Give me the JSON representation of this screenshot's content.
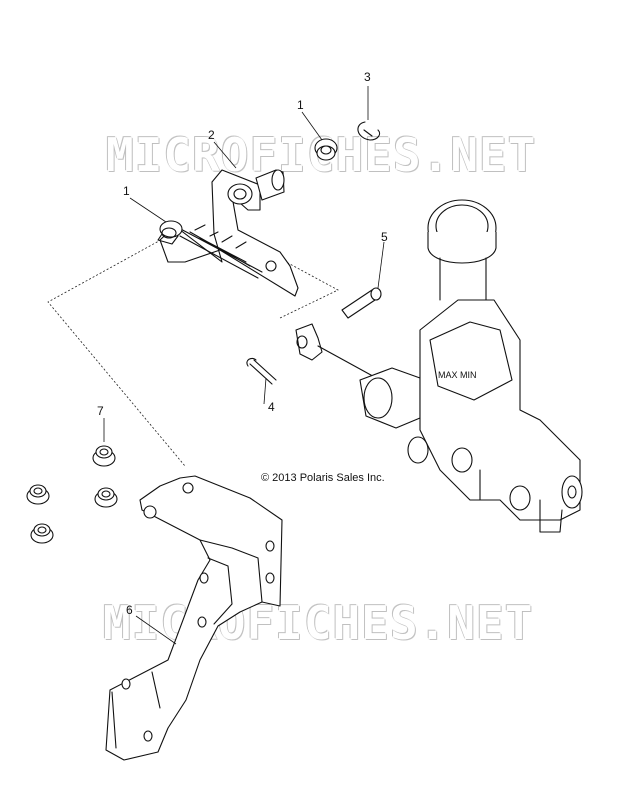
{
  "watermark": {
    "text": "MICROFICHES.NET"
  },
  "copyright": "© 2013 Polaris Sales Inc.",
  "reservoir_cap_text": "MAX MIN",
  "callouts": {
    "c1a": "1",
    "c1b": "1",
    "c2": "2",
    "c3": "3",
    "c4": "4",
    "c5": "5",
    "c6": "6",
    "c7": "7"
  },
  "colors": {
    "line": "#111111",
    "background": "#ffffff",
    "watermark_outline": "#9a9a9a"
  }
}
